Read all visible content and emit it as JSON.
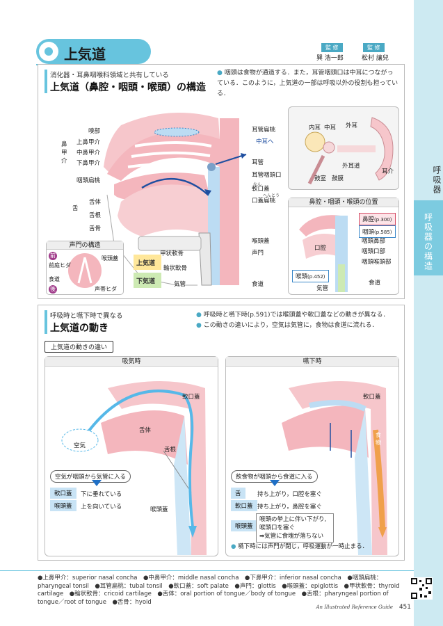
{
  "header": {
    "title": "上気道",
    "supervisor_label": "監 修",
    "supervisor1": "巽 浩一郎",
    "supervisor2": "松村 讓兒"
  },
  "sidetab": {
    "chapter": "呼吸器",
    "section": "呼吸器の構造"
  },
  "section1": {
    "label": "消化器・耳鼻咽喉科領域と共有している",
    "title": "上気道（鼻腔・咽頭・喉頭）の構造",
    "bullet": "咽頭は食物が通過する．また，耳管咽頭口は中耳につながっている．このように，上気道の一部は呼吸以外の役割も担っている．",
    "labels_left": [
      "嗅部",
      "上鼻甲介",
      "中鼻甲介",
      "下鼻甲介",
      "鼻甲介",
      "咽頭扁桃",
      "舌体",
      "舌根",
      "舌",
      "舌骨"
    ],
    "labels_right": [
      "耳管扁桃",
      "中耳へ",
      "耳管",
      "耳管咽頭口",
      "軟口蓋",
      "口蓋扁桃",
      "喉頭蓋",
      "声門",
      "甲状軟骨",
      "輪状軟骨",
      "気管",
      "食道"
    ],
    "furigana": {
      "soft_palate": "なん",
      "palatine_tonsil": "へんとう"
    },
    "upper_airway": "上気道",
    "lower_airway": "下気道",
    "ear_labels": [
      "内耳",
      "中耳",
      "外耳",
      "外耳道",
      "鼓室",
      "鼓膜",
      "耳介"
    ],
    "glottis_panel": {
      "title": "声門の構造",
      "front": "前",
      "back": "後",
      "labels": [
        "喉頭蓋",
        "前庭ヒダ",
        "食道",
        "声帯ヒダ"
      ]
    },
    "position_panel": {
      "title": "鼻腔・咽頭・喉頭の位置",
      "nasal": "鼻腔",
      "nasal_ref": "(p.300)",
      "pharynx": "咽頭",
      "pharynx_ref": "(p.585)",
      "larynx": "喉頭",
      "larynx_ref": "(p.452)",
      "oral": "口腔",
      "parts": [
        "咽頭鼻部",
        "咽頭口部",
        "咽頭喉頭部"
      ],
      "trachea": "気管",
      "esophagus": "食道"
    }
  },
  "section2": {
    "label": "呼吸時と嚥下時で異なる",
    "title": "上気道の動き",
    "bullet1": "呼吸時と嚥下時(p.591)では喉頭蓋や軟口蓋などの動きが異なる．",
    "bullet2": "この動きの違いにより，空気は気管に，食物は食道に流れる．",
    "caption": "上気道の動きの違い",
    "inhale": {
      "title": "吸気時",
      "labels": [
        "軟口蓋",
        "舌体",
        "舌根",
        "空気",
        "喉頭蓋"
      ],
      "flow": "空気が咽頭から気管に入る",
      "rows": [
        {
          "k": "軟口蓋",
          "v": "下に垂れている"
        },
        {
          "k": "喉頭蓋",
          "v": "上を向いている"
        }
      ]
    },
    "swallow": {
      "title": "嚥下時",
      "labels": [
        "軟口蓋",
        "食物"
      ],
      "flow": "飲食物が咽頭から食道に入る",
      "rows": [
        {
          "k": "舌",
          "v": "持ち上がり，口腔を塞ぐ"
        },
        {
          "k": "軟口蓋",
          "v": "持ち上がり，鼻腔を塞ぐ"
        }
      ],
      "larynx_key": "喉頭蓋",
      "larynx_lines": [
        "喉頭の挙上に伴い下がり,",
        "喉頭口を塞ぐ",
        "➡気管に食塊が落ちない"
      ],
      "note": "嚥下時には声門が閉じ，呼吸運動が一時止まる．"
    }
  },
  "footer": {
    "glossary": "●上鼻甲介：superior nasal concha　●中鼻甲介：middle nasal concha　●下鼻甲介：inferior nasal concha　●咽頭扁桃：pharyngeal tonsil　●耳管扁桃：tubal tonsil　●軟口蓋：soft palate　●声門：glottis　●喉頭蓋：epiglottis　●甲状軟骨：thyroid cartilage　●輪状軟骨：cricoid cartilage　●舌体：oral portion of tongue／body of tongue　●舌根：pharyngeal portion of tongue／root of tongue　●舌骨：hyoid",
    "guide": "An Illustrated Reference Guide",
    "page": "451"
  },
  "colors": {
    "accent": "#67c4de",
    "tissue": "#f4b6bd",
    "airway": "#cde6f6",
    "food": "#f0a04b"
  }
}
